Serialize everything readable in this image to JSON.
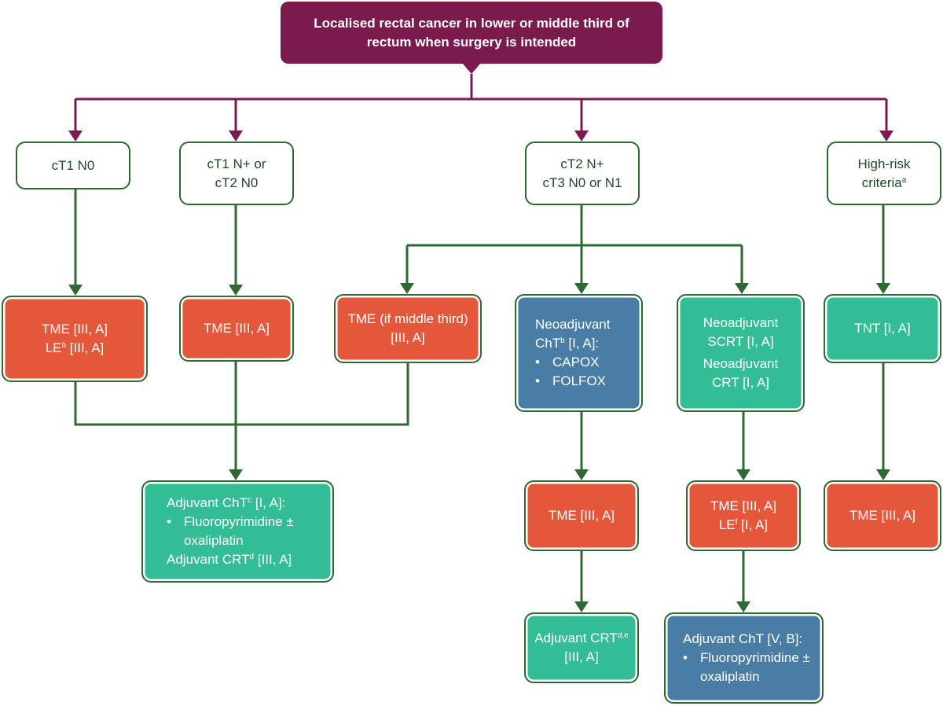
{
  "colors": {
    "root_fill": "#7b1a4d",
    "stage_border": "#2d6a31",
    "surgery_fill": "#e4573a",
    "chemo_fill": "#4a7da6",
    "neoadjuvant_fill": "#33bd97",
    "connector_purple": "#7b1a4d",
    "connector_green": "#2d6a31"
  },
  "root": {
    "line1": "Localised rectal cancer in lower or middle third of",
    "line2": "rectum when surgery is intended"
  },
  "stages": {
    "ct1n0": {
      "line1": "cT1 N0"
    },
    "ct1n_ct2n0": {
      "line1": "cT1 N+ or",
      "line2": "cT2 N0"
    },
    "ct2n_ct3": {
      "line1": "cT2 N+",
      "line2": "cT3 N0 or N1"
    },
    "highrisk": {
      "line1": "High-risk",
      "line2": "criteria",
      "sup": "a"
    }
  },
  "treatments": {
    "tme_le": {
      "line1": "TME [III, A]",
      "line2_pre": "LE",
      "line2_sup": "b",
      "line2_post": " [III, A]"
    },
    "tme_a": {
      "line1": "TME [III, A]"
    },
    "tme_middle": {
      "line1": "TME (if middle third)",
      "line2": "[III, A]"
    },
    "neo_cht": {
      "line1": "Neoadjuvant",
      "line2_pre": "ChT",
      "line2_sup": "b",
      "line2_post": " [I, A]:",
      "bullet1": "CAPOX",
      "bullet2": "FOLFOX"
    },
    "neo_scrt": {
      "line1": "Neoadjuvant",
      "line2": "SCRT [I, A]",
      "line3": "Neoadjuvant",
      "line4": "CRT [I, A]"
    },
    "tnt": {
      "line1": "TNT [I, A]"
    },
    "adj_cht_crt": {
      "line1_pre": "Adjuvant ChT",
      "line1_sup": "c",
      "line1_post": " [I, A]:",
      "bullet1": "Fluoropyrimidine ±",
      "bullet1_cont": "oxaliplatin",
      "line3_pre": "Adjuvant CRT",
      "line3_sup": "d",
      "line3_post": " [III, A]"
    },
    "tme_after_cht": {
      "line1": "TME [III, A]"
    },
    "tme_le_f": {
      "line1": "TME [III, A]",
      "line2_pre": "LE",
      "line2_sup": "f",
      "line2_post": " [I, A]"
    },
    "tme_highrisk": {
      "line1": "TME [III, A]"
    },
    "adj_crt_de": {
      "line1_pre": "Adjuvant CRT",
      "line1_sup": "d,e",
      "line2": "[III, A]"
    },
    "adj_cht_vb": {
      "line1": "Adjuvant ChT [V, B]:",
      "bullet1": "Fluoropyrimidine ±",
      "bullet1_cont": "oxaliplatin"
    }
  }
}
